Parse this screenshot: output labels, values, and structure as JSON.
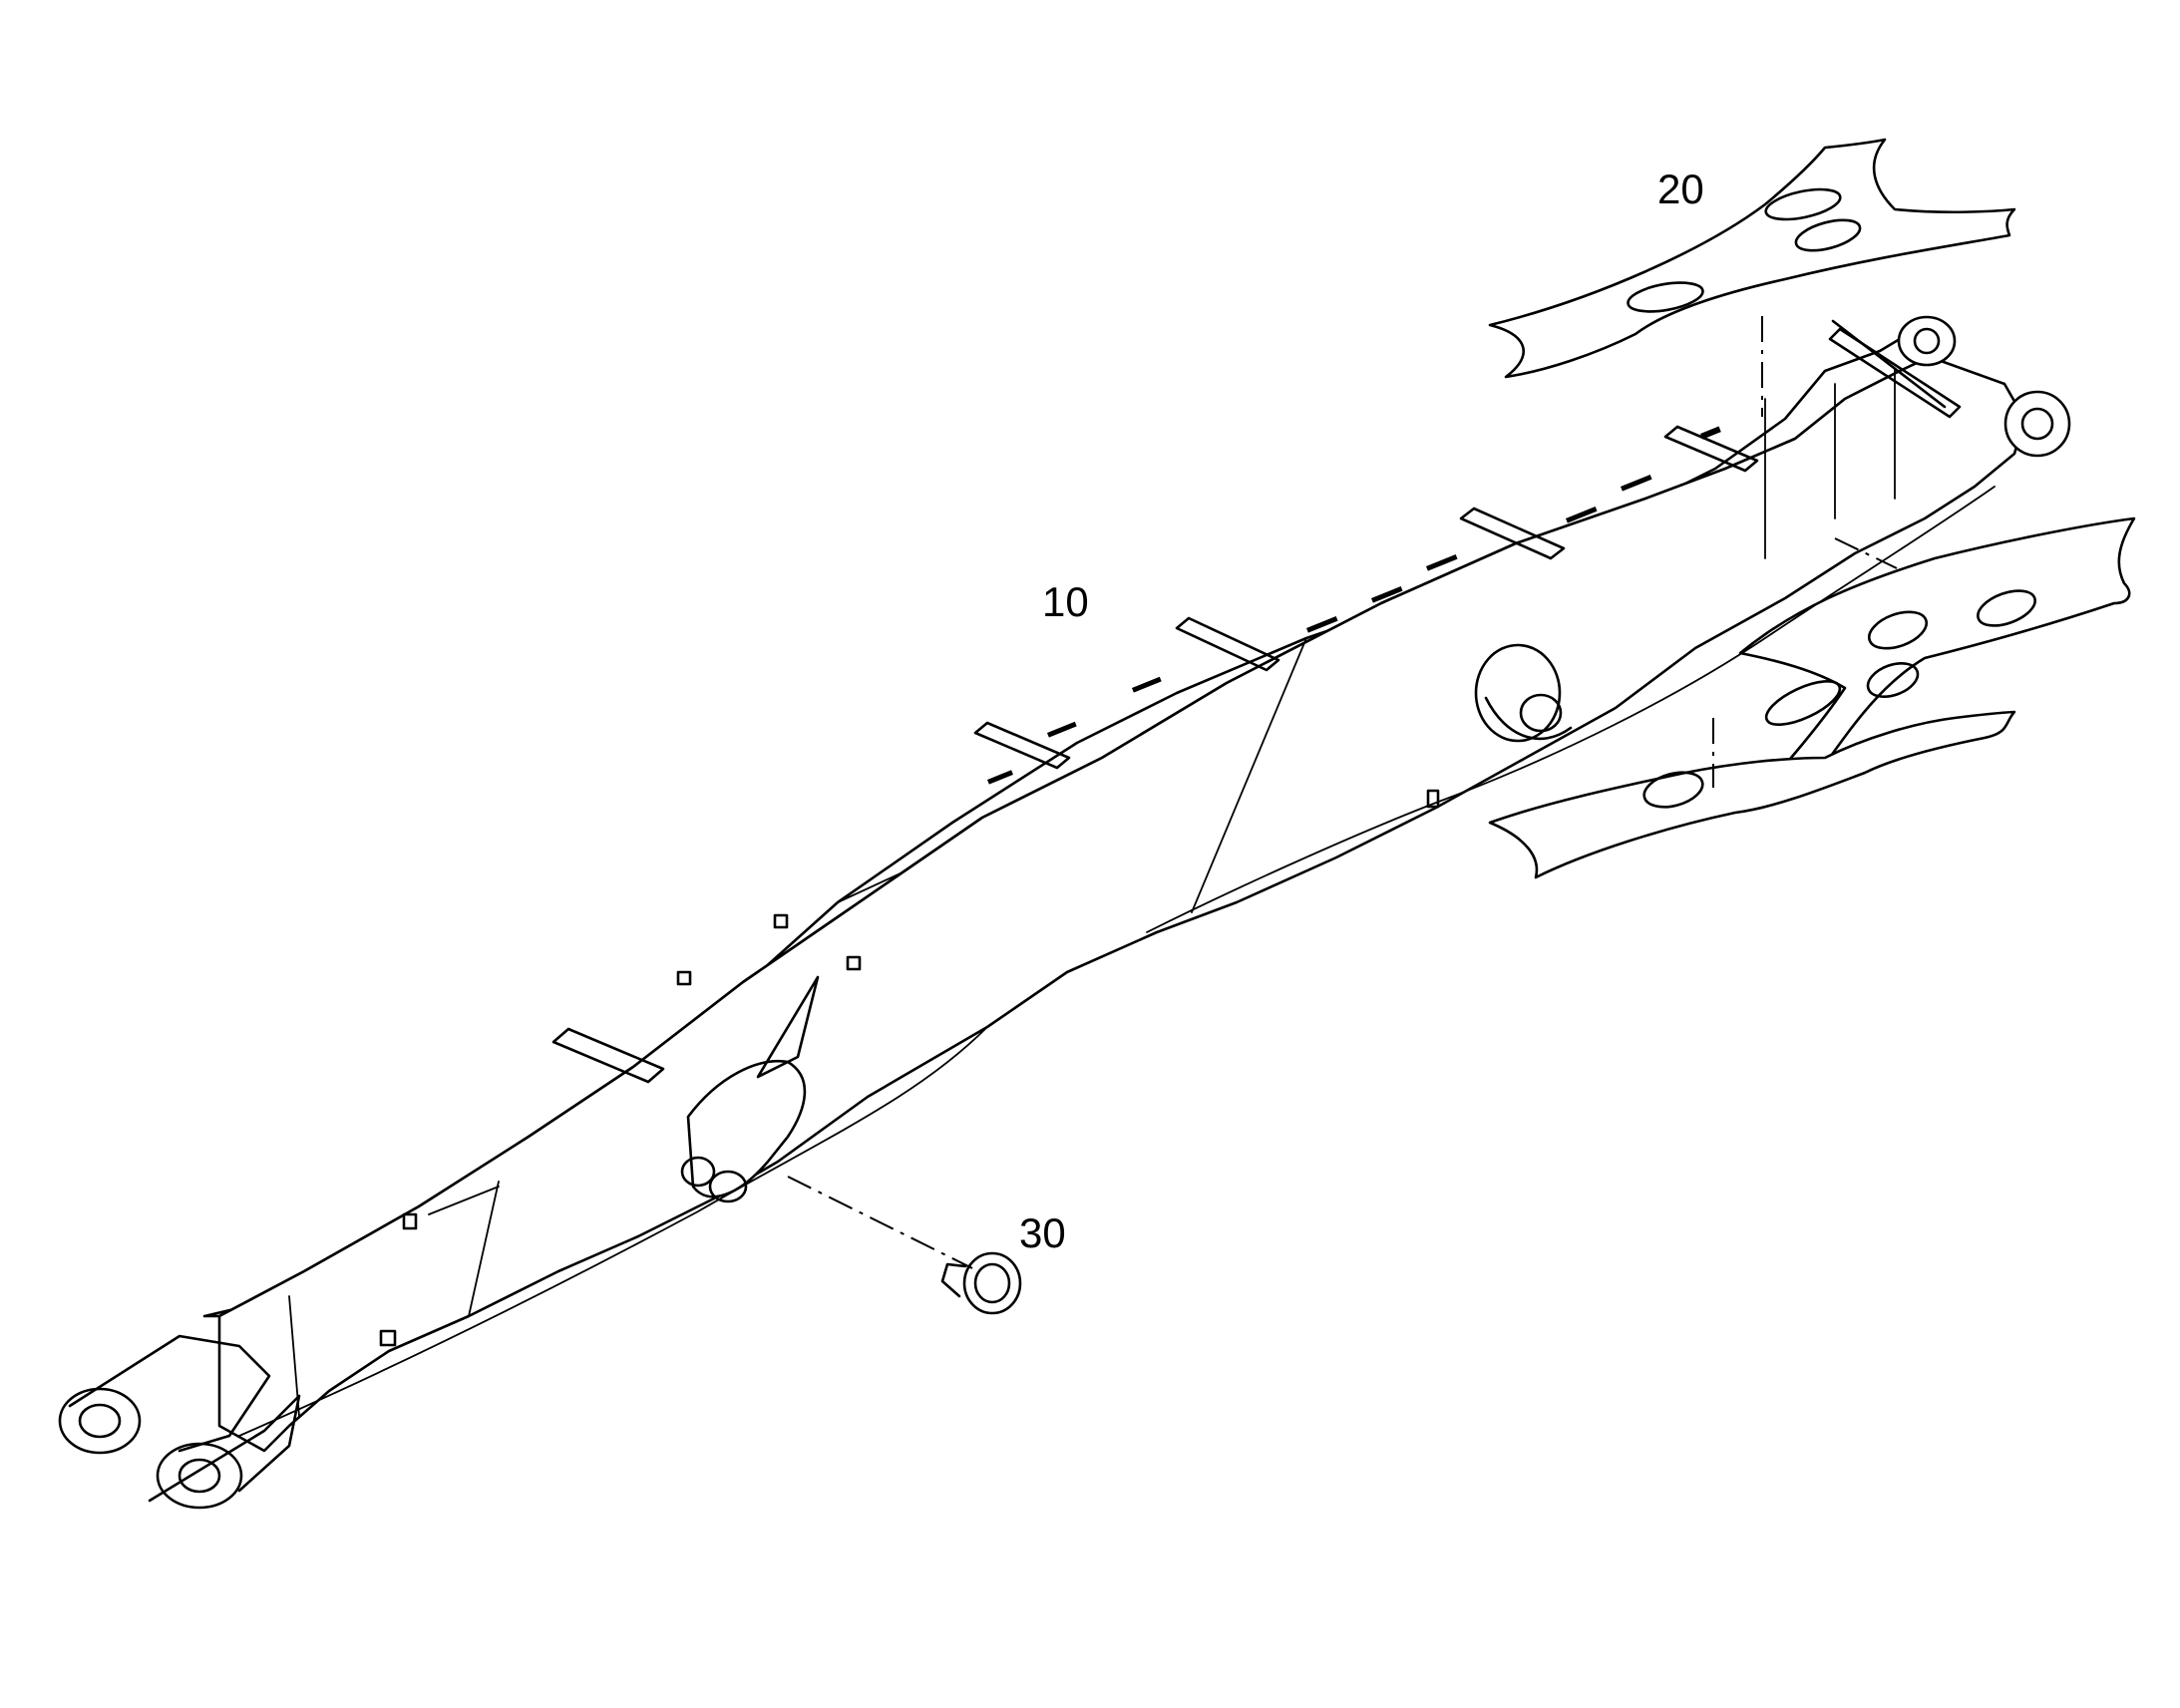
{
  "diagram": {
    "callouts": [
      {
        "id": "boom",
        "label": "10"
      },
      {
        "id": "plate",
        "label": "20"
      },
      {
        "id": "pin",
        "label": "30"
      }
    ],
    "line_color": "#000000",
    "background_color": "#ffffff"
  }
}
